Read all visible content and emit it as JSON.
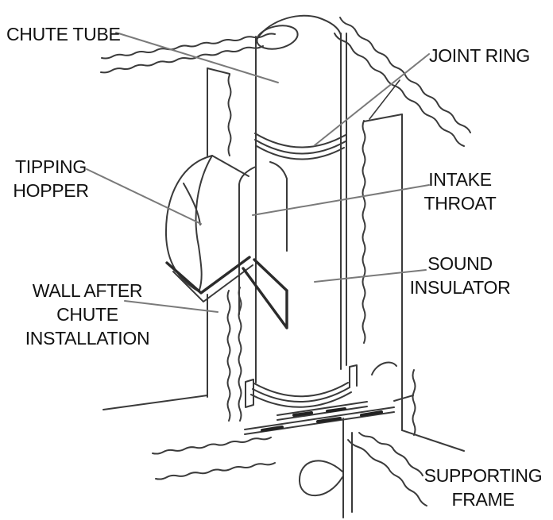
{
  "figure": {
    "kind": "technical line diagram",
    "subject": "refuse chute installation through wall and floor",
    "background_color": "#ffffff",
    "line_color": "#3a3a3a",
    "leader_line_color": "#7a7a7a",
    "text_color": "#111111"
  },
  "labels": {
    "chute_tube": {
      "text": "CHUTE TUBE"
    },
    "joint_ring": {
      "text": "JOINT RING"
    },
    "tipping_hopper": {
      "line1": "TIPPING",
      "line2": "HOPPER"
    },
    "intake_throat": {
      "line1": "INTAKE",
      "line2": "THROAT"
    },
    "sound_insulator": {
      "line1": "SOUND",
      "line2": "INSULATOR"
    },
    "wall_after_chute_installation": {
      "line1": "WALL AFTER CHUTE",
      "line2": "INSTALLATION"
    },
    "supporting_frame": {
      "line1": "SUPPORTING",
      "line2": "FRAME"
    }
  }
}
